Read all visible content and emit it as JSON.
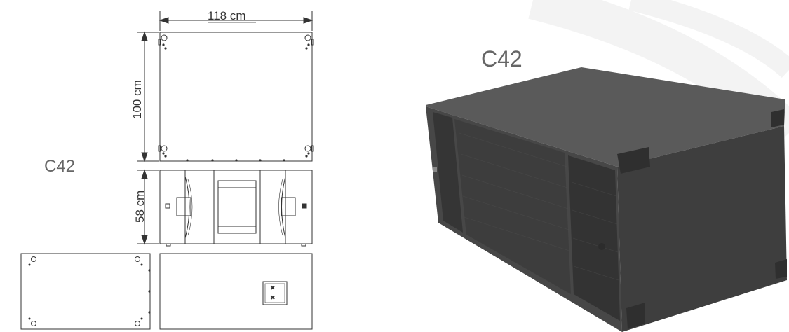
{
  "drawing": {
    "width_label": "118 cm",
    "depth_label": "100 cm",
    "height_label": "58 cm",
    "model_label": "C42"
  },
  "product": {
    "model_label": "C42",
    "body_color": "#4a4a4a",
    "grille_color": "#3a3a3a"
  },
  "colors": {
    "line": "#333333",
    "swoosh": "#f2f2f2"
  }
}
